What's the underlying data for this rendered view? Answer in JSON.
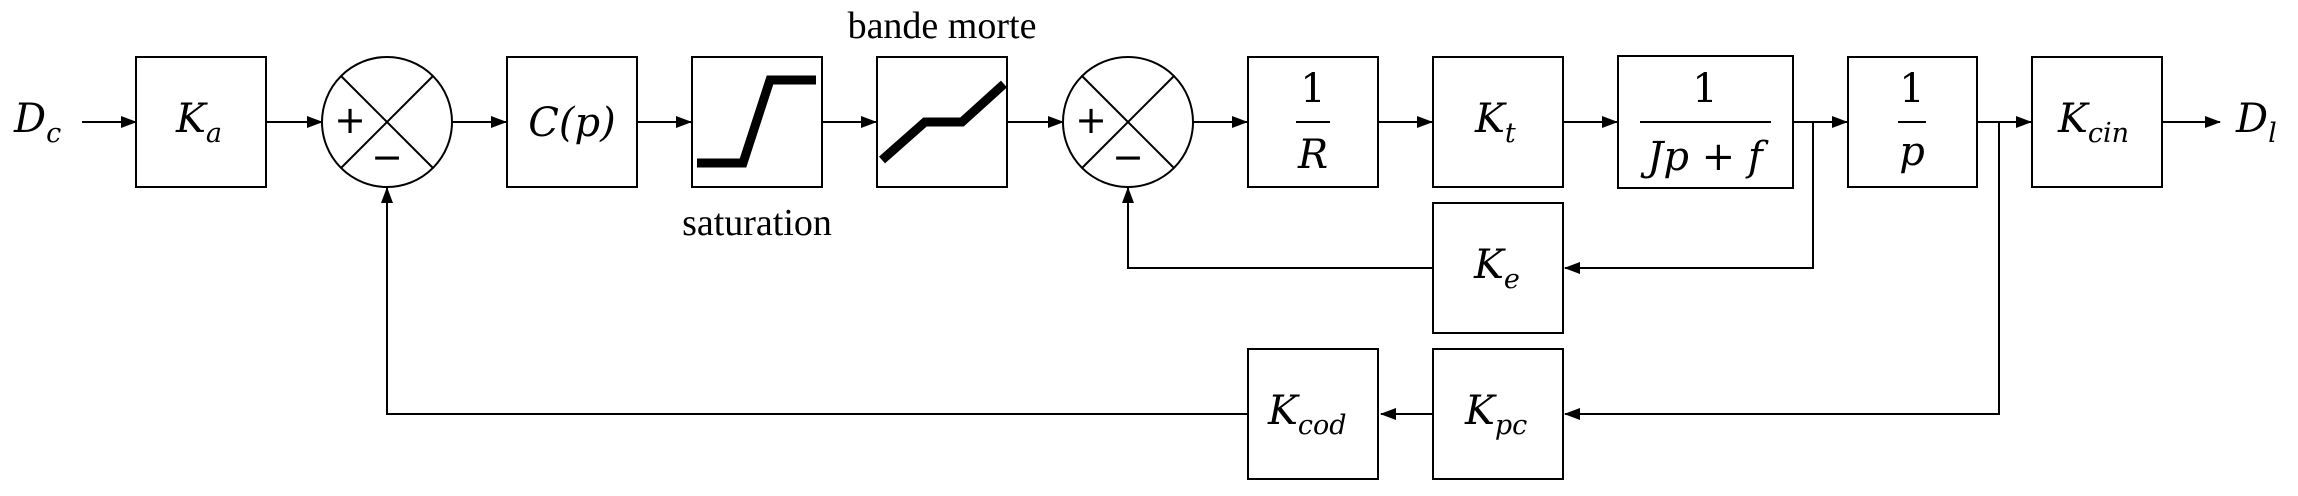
{
  "input_signal": {
    "main": "D",
    "sub": "c"
  },
  "output_signal": {
    "main": "D",
    "sub": "l"
  },
  "blocks": {
    "ka": {
      "main": "K",
      "sub": "a"
    },
    "cp": {
      "text": "C(p)"
    },
    "r": {
      "num": "1",
      "den": "R"
    },
    "kt": {
      "main": "K",
      "sub": "t"
    },
    "jp": {
      "num": "1",
      "den": "Jp + f"
    },
    "integ": {
      "num": "1",
      "den": "p"
    },
    "kcin": {
      "main": "K",
      "sub": "cin"
    },
    "ke": {
      "main": "K",
      "sub": "e"
    },
    "kpc": {
      "main": "K",
      "sub": "pc"
    },
    "kcod": {
      "main": "K",
      "sub": "cod"
    }
  },
  "labels": {
    "saturation": "saturation",
    "dead_zone": "bande morte"
  },
  "summers": {
    "s1": {
      "plus": "+",
      "minus": "−"
    },
    "s2": {
      "plus": "+",
      "minus": "−"
    }
  }
}
